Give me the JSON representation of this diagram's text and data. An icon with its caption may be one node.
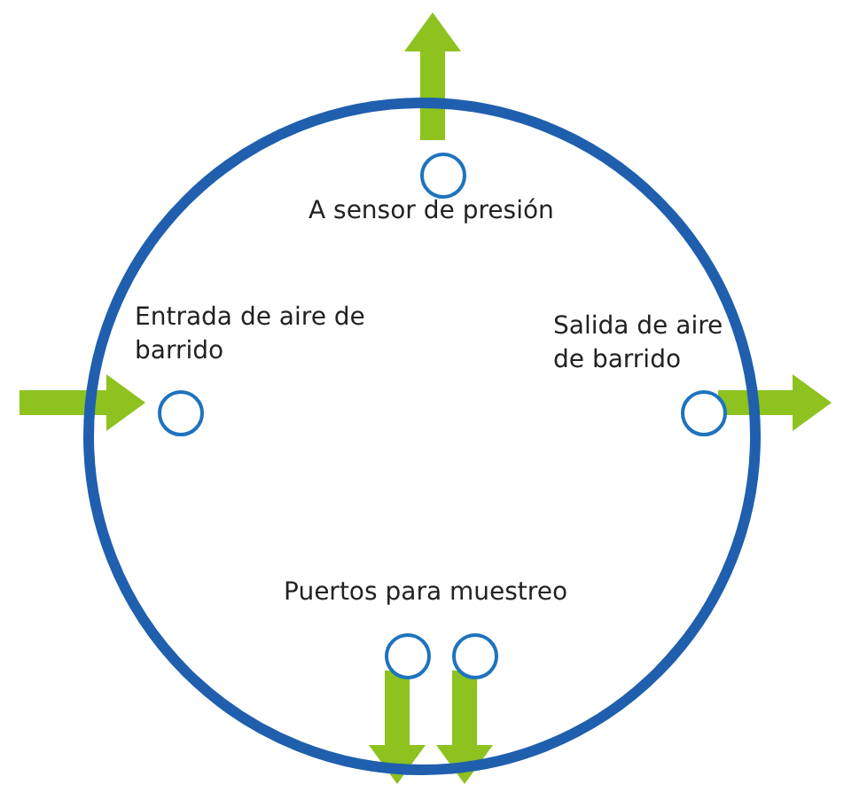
{
  "diagram": {
    "nodes": [
      {
        "text": [],
        "shape": "circle"
      },
      {
        "text": [],
        "shape": "circle",
        "in": 0,
        "beside": [
          "A sensor de presión"
        ]
      },
      {
        "text": [],
        "shape": "circle",
        "in": 0,
        "beside": [
          "Entrada de aire de barrido"
        ]
      },
      {
        "text": [],
        "shape": "circle",
        "in": 0,
        "beside": [
          "Salida de aire de barrido"
        ]
      },
      {
        "text": [],
        "shape": "circle",
        "in": 0
      },
      {
        "text": [],
        "shape": "circle",
        "in": 0
      }
    ],
    "edges": [
      {
        "from": 1,
        "to": null,
        "arrow": "to"
      },
      {
        "from": null,
        "to": 2,
        "arrow": "to"
      },
      {
        "from": 3,
        "to": null,
        "arrow": "to"
      },
      {
        "from": 4,
        "to": null,
        "arrow": "to"
      },
      {
        "from": 5,
        "to": null,
        "arrow": "to"
      }
    ],
    "labels": [
      "Puertos para muestreo"
    ]
  }
}
